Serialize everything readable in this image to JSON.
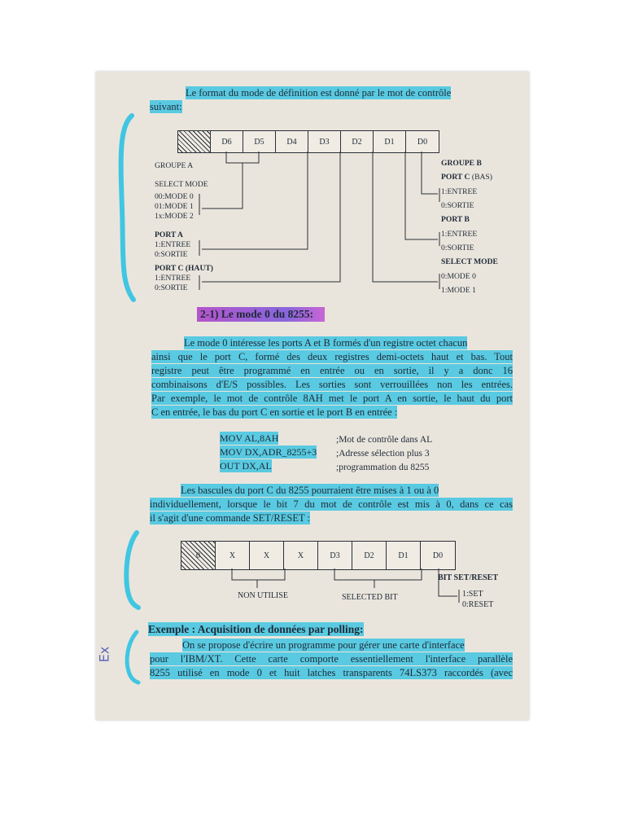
{
  "p1": {
    "line1": "Le format du mode de définition est donné par le mot de contrôle",
    "line2": "suivant:"
  },
  "reg1": {
    "cells": [
      "",
      "D6",
      "D5",
      "D4",
      "D3",
      "D2",
      "D1",
      "D0"
    ]
  },
  "reg1_labels": {
    "groupe_a": "GROUPE A",
    "select_mode": "SELECT MODE",
    "mode0": "00:MODE 0",
    "mode1": "01:MODE 1",
    "mode2": "1x:MODE 2",
    "port_a": "PORT A",
    "port_a_in": "1:ENTREE",
    "port_a_out": "0:SORTIE",
    "port_c_haut": "PORT C (HAUT)",
    "port_c_haut_in": "1:ENTREE",
    "port_c_haut_out": "0:SORTIE",
    "groupe_b": "GROUPE B",
    "port_c_bas": "PORT C",
    "port_c_bas_suffix": "(BAS)",
    "port_c_bas_in": "1:ENTREE",
    "port_c_bas_out": "0:SORTIE",
    "port_b": "PORT B",
    "port_b_in": "1:ENTREE",
    "port_b_out": "0:SORTIE",
    "select_mode_b": "SELECT MODE",
    "b_mode0": "0:MODE 0",
    "b_mode1": "1:MODE 1"
  },
  "section_heading": "2-1) Le mode 0 du 8255:",
  "p2": [
    "Le mode 0 intéresse les ports A et B formés d'un registre octet chacun",
    "ainsi que le port C, formé des deux registres demi-octets haut et bas. Tout",
    "registre peut être programmé en entrée ou en sortie, il y a donc 16",
    "combinaisons d'E/S possibles. Les sorties sont verrouillées non les entrées.",
    "Par exemple, le mot de contrôle 8AH met le port A en sortie, le haut du port",
    "C en entrée, le bas du port C en sortie et le port B en entrée :"
  ],
  "code": [
    {
      "instr": "MOV AL,8AH",
      "comment": ";Mot de contrôle dans AL"
    },
    {
      "instr": "MOV DX,ADR_8255+3",
      "comment": ";Adresse sélection plus 3"
    },
    {
      "instr": "OUT DX,AL",
      "comment": ";programmation du 8255"
    }
  ],
  "p3": [
    "Les bascules du port C du 8255 pourraient être mises à 1 ou à 0",
    "individuellement, lorsque le bit 7 du mot de contrôle est mis à 0, dans ce cas",
    "il s'agit d'une commande SET/RESET :"
  ],
  "reg2": {
    "cells": [
      "0",
      "X",
      "X",
      "X",
      "D3",
      "D2",
      "D1",
      "D0"
    ]
  },
  "reg2_labels": {
    "non_utilise": "NON UTILISE",
    "selected_bit": "SELECTED BIT",
    "bit_set_reset": "BIT SET/RESET",
    "set": "1:SET",
    "reset": "0:RESET"
  },
  "example_heading": "Exemple : Acquisition de données par polling:",
  "p4": [
    "On se propose d'écrire un programme pour gérer une carte d'interface",
    "pour l'IBM/XT. Cette carte comporte essentiellement l'interface parallèle",
    "8255 utilisé en mode 0 et huit latches transparents 74LS373 raccordés (avec"
  ],
  "margin_note": "Ex",
  "colors": {
    "highlight": "#40c6e2",
    "purple_highlight": "#a93cc8",
    "paper": "#eae5dc",
    "ink": "#1f2a38"
  }
}
